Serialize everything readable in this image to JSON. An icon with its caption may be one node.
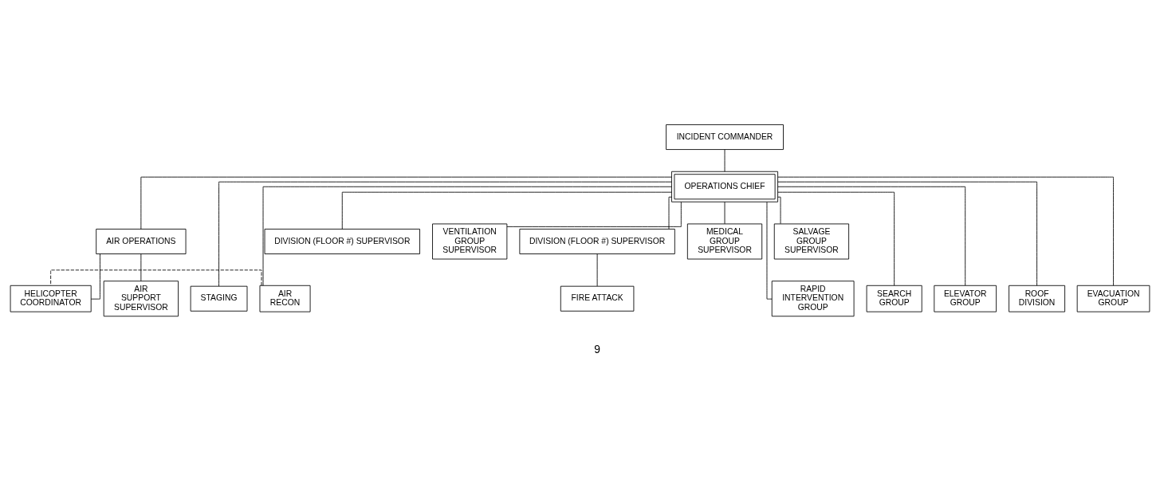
{
  "diagram": {
    "nodes": [
      {
        "text": [
          "INCIDENT COMMANDER"
        ]
      },
      {
        "text": [
          "OPERATIONS CHIEF"
        ]
      },
      {
        "text": [
          "AIR OPERATIONS"
        ]
      },
      {
        "text": [
          "STAGING"
        ]
      },
      {
        "text": [
          "AIR RECON"
        ]
      },
      {
        "text": [
          "HELICOPTER COORDINATOR"
        ]
      },
      {
        "text": [
          "AIR SUPPORT SUPERVISOR"
        ]
      },
      {
        "text": [
          "DIVISION (FLOOR #) SUPERVISOR"
        ]
      },
      {
        "text": [
          "VENTILATION GROUP SUPERVISOR"
        ]
      },
      {
        "text": [
          "DIVISION (FLOOR #) SUPERVISOR"
        ]
      },
      {
        "text": [
          "MEDICAL GROUP SUPERVISOR"
        ]
      },
      {
        "text": [
          "SALVAGE GROUP SUPERVISOR"
        ]
      },
      {
        "text": [
          "RAPID INTERVENTION GROUP"
        ]
      },
      {
        "text": [
          "SEARCH GROUP"
        ]
      },
      {
        "text": [
          "ELEVATOR GROUP"
        ]
      },
      {
        "text": [
          "FIRE ATTACK"
        ]
      },
      {
        "text": [
          "ROOF DIVISION"
        ]
      },
      {
        "text": [
          "EVACUATION GROUP"
        ]
      }
    ],
    "edges": [
      {
        "from": 0,
        "to": 1,
        "arrow": "none"
      },
      {
        "from": 1,
        "to": 2,
        "arrow": "none"
      },
      {
        "from": 2,
        "to": 5,
        "arrow": "none"
      },
      {
        "from": 2,
        "to": 6,
        "arrow": "none"
      },
      {
        "from": 1,
        "to": 3,
        "arrow": "none"
      },
      {
        "from": 1,
        "to": 4,
        "arrow": "none"
      },
      {
        "from": 4,
        "to": 5,
        "arrow": "none",
        "style": "dashed"
      },
      {
        "from": 1,
        "to": 7,
        "arrow": "none"
      },
      {
        "from": 1,
        "to": 12,
        "arrow": "none"
      },
      {
        "from": 1,
        "to": 13,
        "arrow": "none"
      },
      {
        "from": 1,
        "to": 8,
        "arrow": "none"
      },
      {
        "from": 1,
        "to": 14,
        "arrow": "none"
      },
      {
        "from": 1,
        "to": 9,
        "arrow": "none"
      },
      {
        "from": 9,
        "to": 15,
        "arrow": "none"
      },
      {
        "from": 1,
        "to": 16,
        "arrow": "none"
      },
      {
        "from": 1,
        "to": 10,
        "arrow": "none"
      },
      {
        "from": 1,
        "to": 17,
        "arrow": "none"
      },
      {
        "from": 1,
        "to": 11,
        "arrow": "none"
      }
    ],
    "labels": [
      "9"
    ]
  }
}
